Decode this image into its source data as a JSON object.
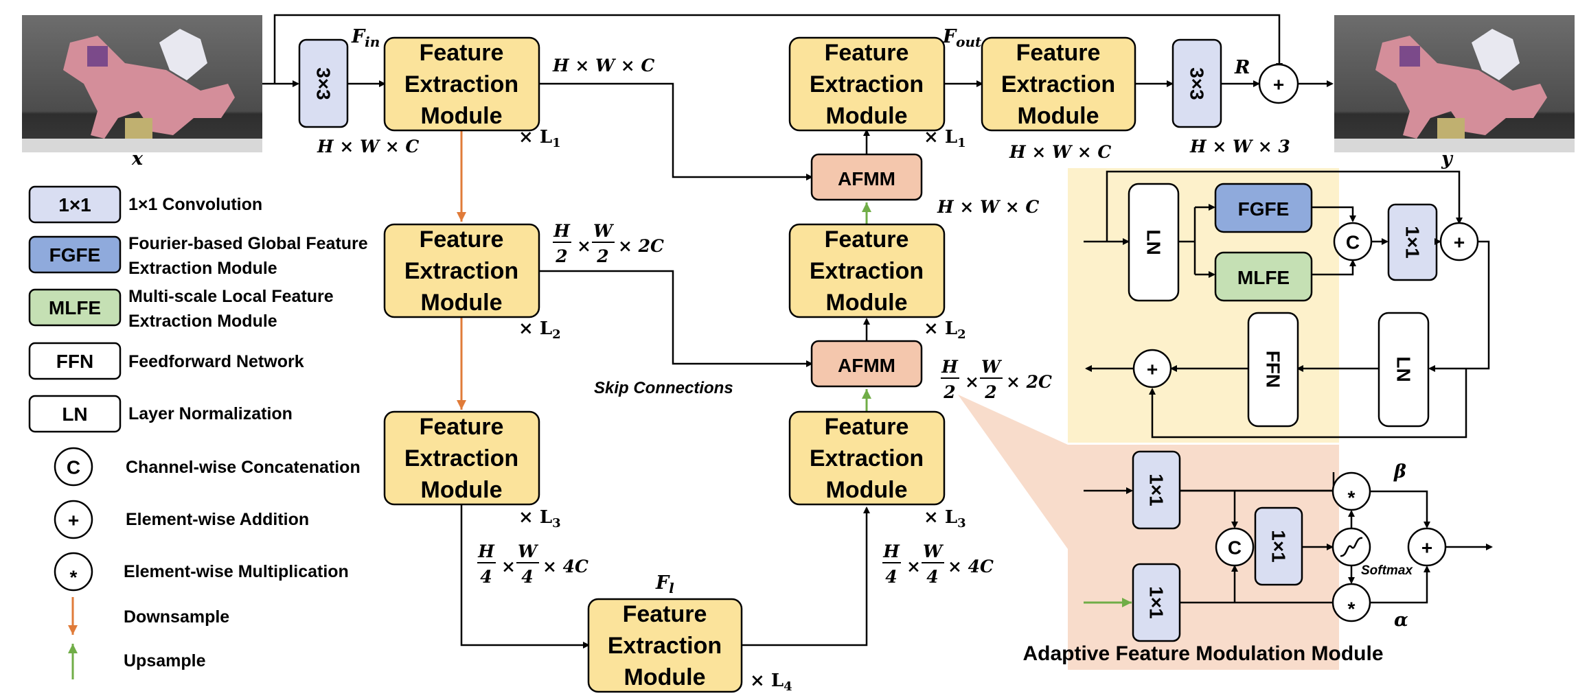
{
  "diagram": {
    "input_label": "x",
    "output_label": "y",
    "conv3x3_label": "3×3",
    "fem_label": [
      "Feature",
      "Extraction",
      "Module"
    ],
    "afmm_label": "AFMM",
    "skip_label": "Skip Connections",
    "f_in": "F",
    "f_in_sub": "in",
    "f_out": "F",
    "f_out_sub": "out",
    "f_l": "F",
    "f_l_sub": "l",
    "r_label": "R",
    "dim_hwc": "H × W × C",
    "dim_hw3": "H × W × 3",
    "dim_2c": "× 2C",
    "dim_4c": "× 4C",
    "frac_h": "H",
    "frac_w": "W",
    "den_2": "2",
    "den_4": "4",
    "times": "×",
    "mult_1": "× L",
    "sub_1": "1",
    "sub_2": "2",
    "sub_3": "3",
    "sub_4": "4"
  },
  "legend": [
    {
      "key": "1×1",
      "label": "1×1 Convolution"
    },
    {
      "key": "FGFE",
      "label": "Fourier-based Global Feature",
      "label2": "Extraction Module"
    },
    {
      "key": "MLFE",
      "label": "Multi-scale Local Feature",
      "label2": "Extraction Module"
    },
    {
      "key": "FFN",
      "label": "Feedforward Network"
    },
    {
      "key": "LN",
      "label": "Layer  Normalization"
    },
    {
      "key": "C",
      "label": "Channel-wise Concatenation"
    },
    {
      "key": "+",
      "label": "Element-wise Addition"
    },
    {
      "key": "*",
      "label": "Element-wise Multiplication"
    },
    {
      "key": "down",
      "label": "Downsample"
    },
    {
      "key": "up",
      "label": "Upsample"
    }
  ],
  "fem_block": {
    "ln": "LN",
    "fgfe": "FGFE",
    "mlfe": "MLFE",
    "concat": "C",
    "conv": "1×1",
    "add": "+",
    "ffn": "FFN"
  },
  "afmm_block": {
    "title": "Adaptive Feature Modulation Module",
    "conv": "1×1",
    "concat": "C",
    "mul": "*",
    "add": "+",
    "softmax": "Softmax",
    "beta": "β",
    "alpha": "α"
  },
  "colors": {
    "fem": "#fbe39b",
    "conv": "#d9def2",
    "fgfe": "#8faadc",
    "mlfe": "#c5e0b4",
    "afmm": "#f4c7ad",
    "fem_panel": "#fdf1cb",
    "afmm_panel": "#f8dccb",
    "downsample": "#e07b39",
    "upsample": "#70ad47"
  }
}
